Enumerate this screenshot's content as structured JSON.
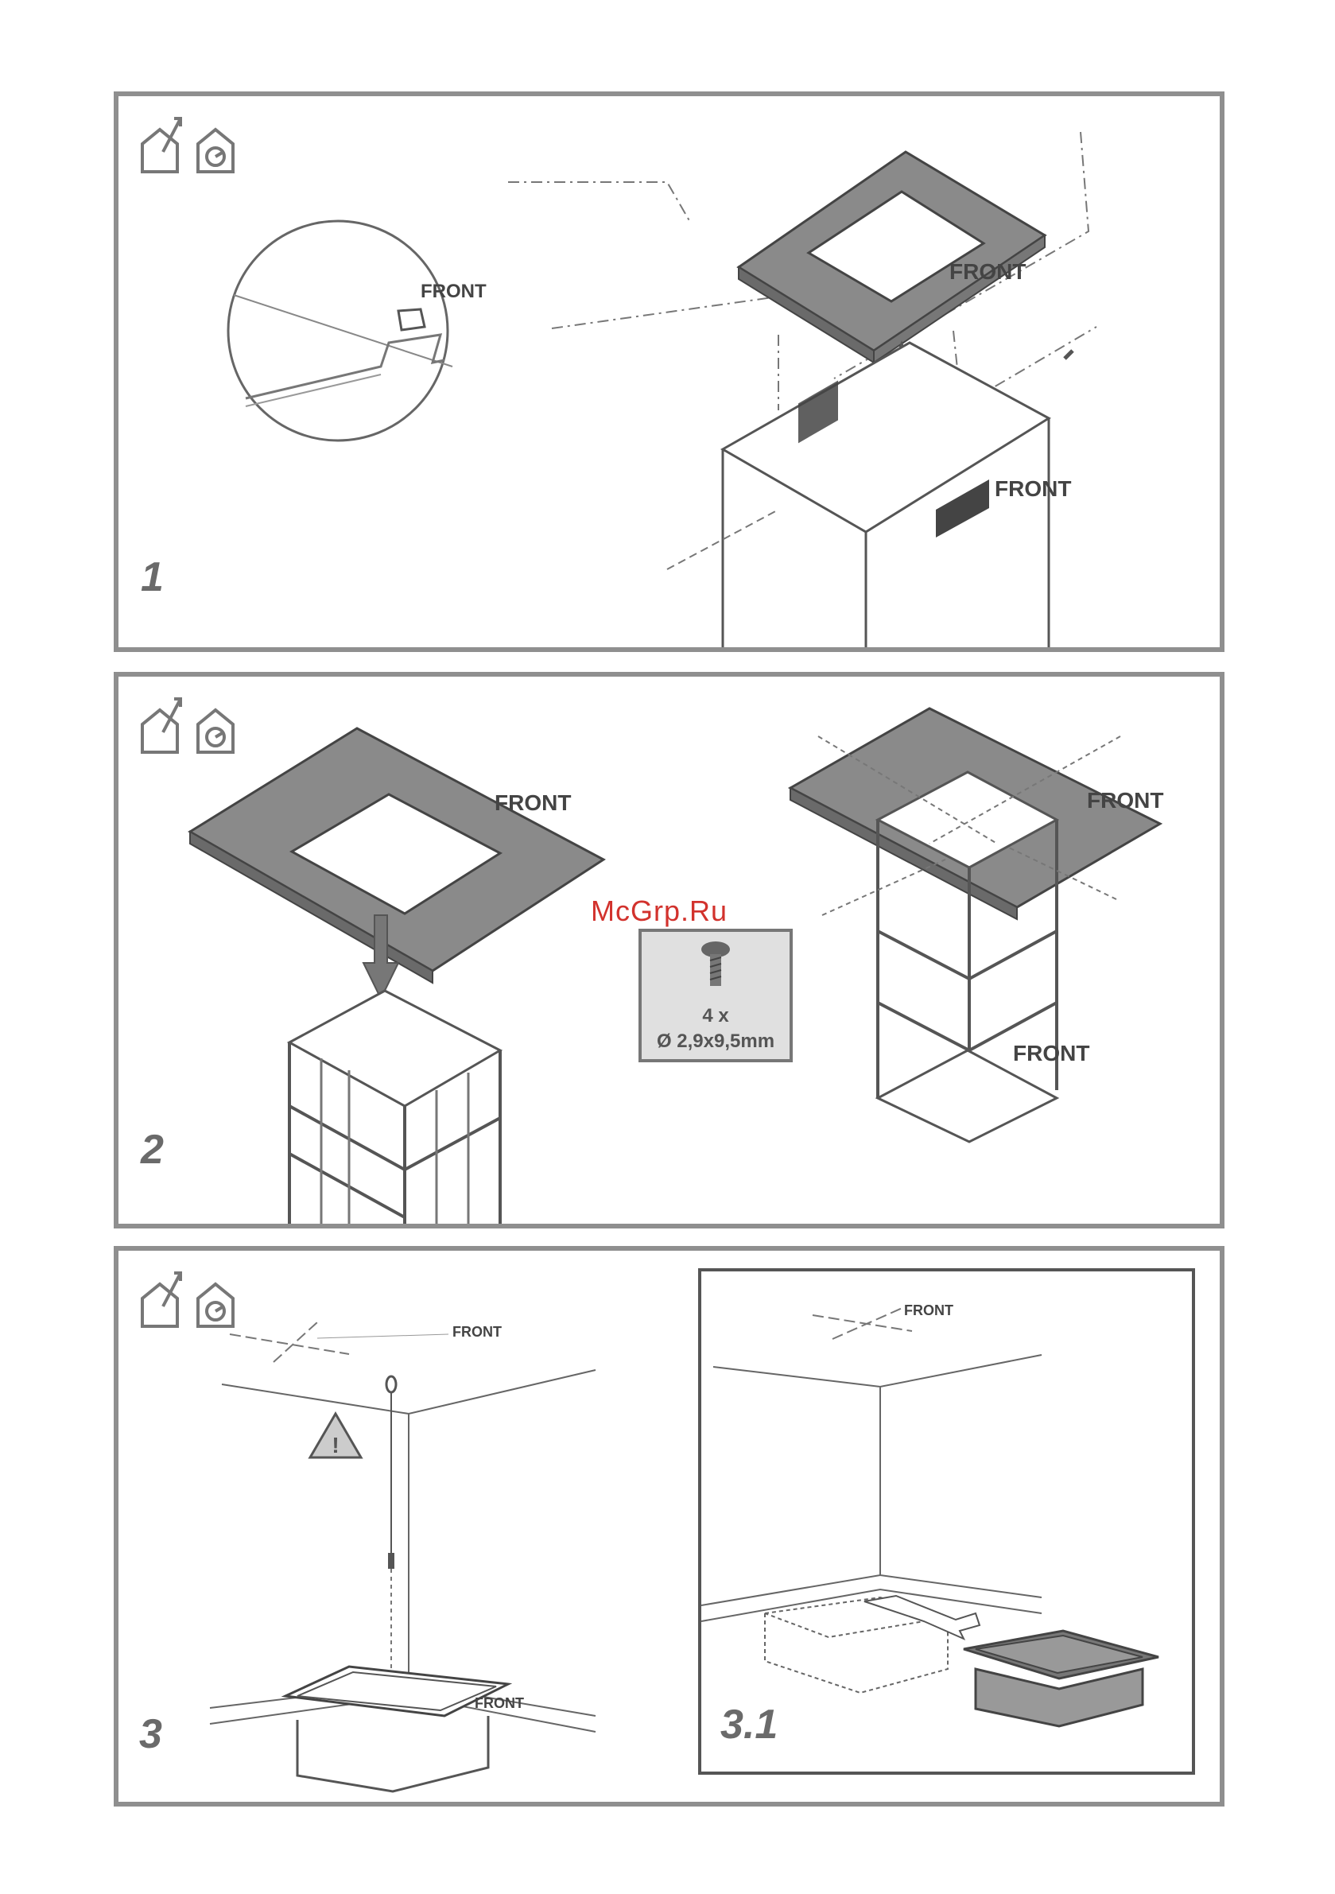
{
  "watermark": "McGrp.Ru",
  "front_label": "FRONT",
  "steps": {
    "s1": "1",
    "s2": "2",
    "s3": "3",
    "s31": "3.1"
  },
  "screw_box": {
    "quantity": "4 x",
    "size": "Ø 2,9x9,5mm"
  },
  "icons": [
    "duct-exhaust-icon",
    "recirculation-icon"
  ],
  "colors": {
    "frame": "#8f8f8f",
    "watermark": "#d2322d",
    "plate": "#8a8a8a"
  }
}
